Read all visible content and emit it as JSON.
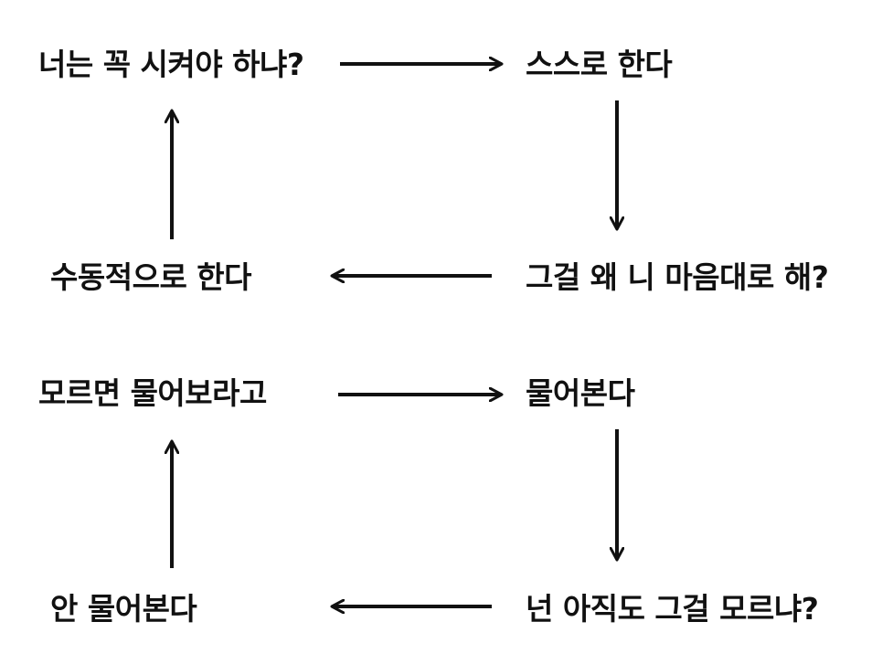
{
  "cycle_top": {
    "q_must_be_told": "너는 꼭 시켜야 하냐?",
    "do_it_yourself": "스스로 한다",
    "why_your_own_way": "그걸 왜 니 마음대로 해?",
    "do_it_passively": "수동적으로 한다"
  },
  "cycle_bottom": {
    "ask_if_unsure": "모르면 물어보라고",
    "ask": "물어본다",
    "still_dont_know": "넌 아직도 그걸 모르냐?",
    "dont_ask": "안 물어본다"
  },
  "colors": {
    "text": "#111111",
    "arrow": "#111111",
    "background": "#ffffff"
  }
}
